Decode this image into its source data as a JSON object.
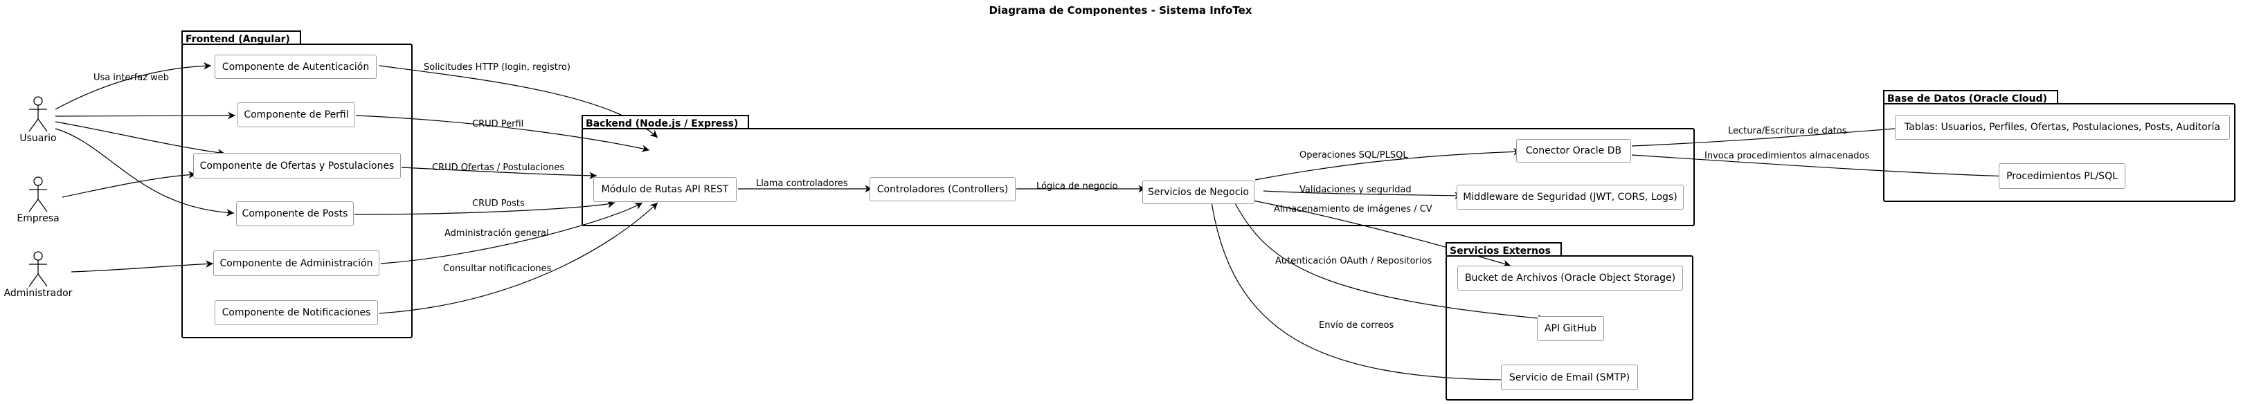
{
  "title": "Diagrama de Componentes - Sistema InfoTex",
  "actors": {
    "usuario": "Usuario",
    "empresa": "Empresa",
    "administrador": "Administrador"
  },
  "packages": {
    "frontend": "Frontend (Angular)",
    "backend": "Backend (Node.js / Express)",
    "database": "Base de Datos (Oracle Cloud)",
    "external": "Servicios Externos"
  },
  "components": {
    "auth": "Componente de Autenticación",
    "perfil": "Componente de Perfil",
    "ofertas": "Componente de Ofertas y Postulaciones",
    "posts": "Componente de Posts",
    "admin": "Componente de Administración",
    "notif": "Componente de Notificaciones",
    "rutas": "Módulo de Rutas API REST",
    "controladores": "Controladores (Controllers)",
    "servicios": "Servicios de Negocio",
    "conector": "Conector Oracle DB",
    "middleware": "Middleware de Seguridad (JWT, CORS, Logs)",
    "tablas": "Tablas: Usuarios, Perfiles, Ofertas, Postulaciones, Posts, Auditoría",
    "procedimientos": "Procedimientos PL/SQL",
    "bucket": "Bucket de Archivos (Oracle Object Storage)",
    "github": "API GitHub",
    "email": "Servicio de Email (SMTP)"
  },
  "edge_labels": {
    "usa_interfaz": "Usa interfaz web",
    "solicitudes_http": "Solicitudes HTTP (login, registro)",
    "crud_perfil": "CRUD Perfil",
    "crud_ofertas": "CRUD Ofertas / Postulaciones",
    "crud_posts": "CRUD Posts",
    "admin_general": "Administración general",
    "consultar_notif": "Consultar notificaciones",
    "llama_controladores": "Llama controladores",
    "logica_negocio": "Lógica de negocio",
    "operaciones_sql": "Operaciones SQL/PLSQL",
    "validaciones": "Validaciones y seguridad",
    "almacenamiento": "Almacenamiento de imágenes / CV",
    "oauth": "Autenticación OAuth / Repositorios",
    "envio_correos": "Envío de correos",
    "lectura_escritura": "Lectura/Escritura de datos",
    "invoca_proc": "Invoca procedimientos almacenados"
  }
}
